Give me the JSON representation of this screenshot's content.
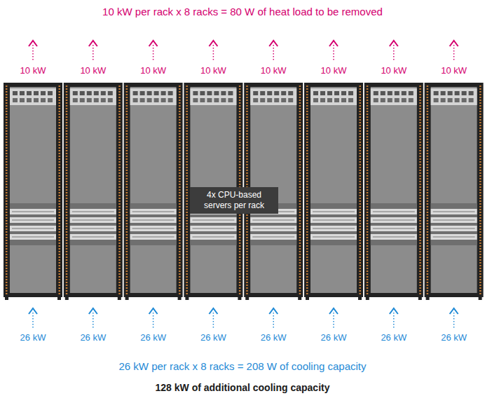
{
  "diagram": {
    "title": "10 kW per rack x 8 racks = 80 W of heat load to be removed",
    "caption": "128 kW of additional cooling capacity",
    "nodes": [
      {
        "text": [
          "4x CPU-based servers per rack"
        ]
      }
    ],
    "labels": [
      "10 kW",
      "10 kW",
      "10 kW",
      "10 kW",
      "10 kW",
      "10 kW",
      "10 kW",
      "10 kW",
      "26 kW",
      "26 kW",
      "26 kW",
      "26 kW",
      "26 kW",
      "26 kW",
      "26 kW",
      "26 kW",
      "26 kW per rack x 8 racks = 208 W of cooling capacity"
    ]
  }
}
